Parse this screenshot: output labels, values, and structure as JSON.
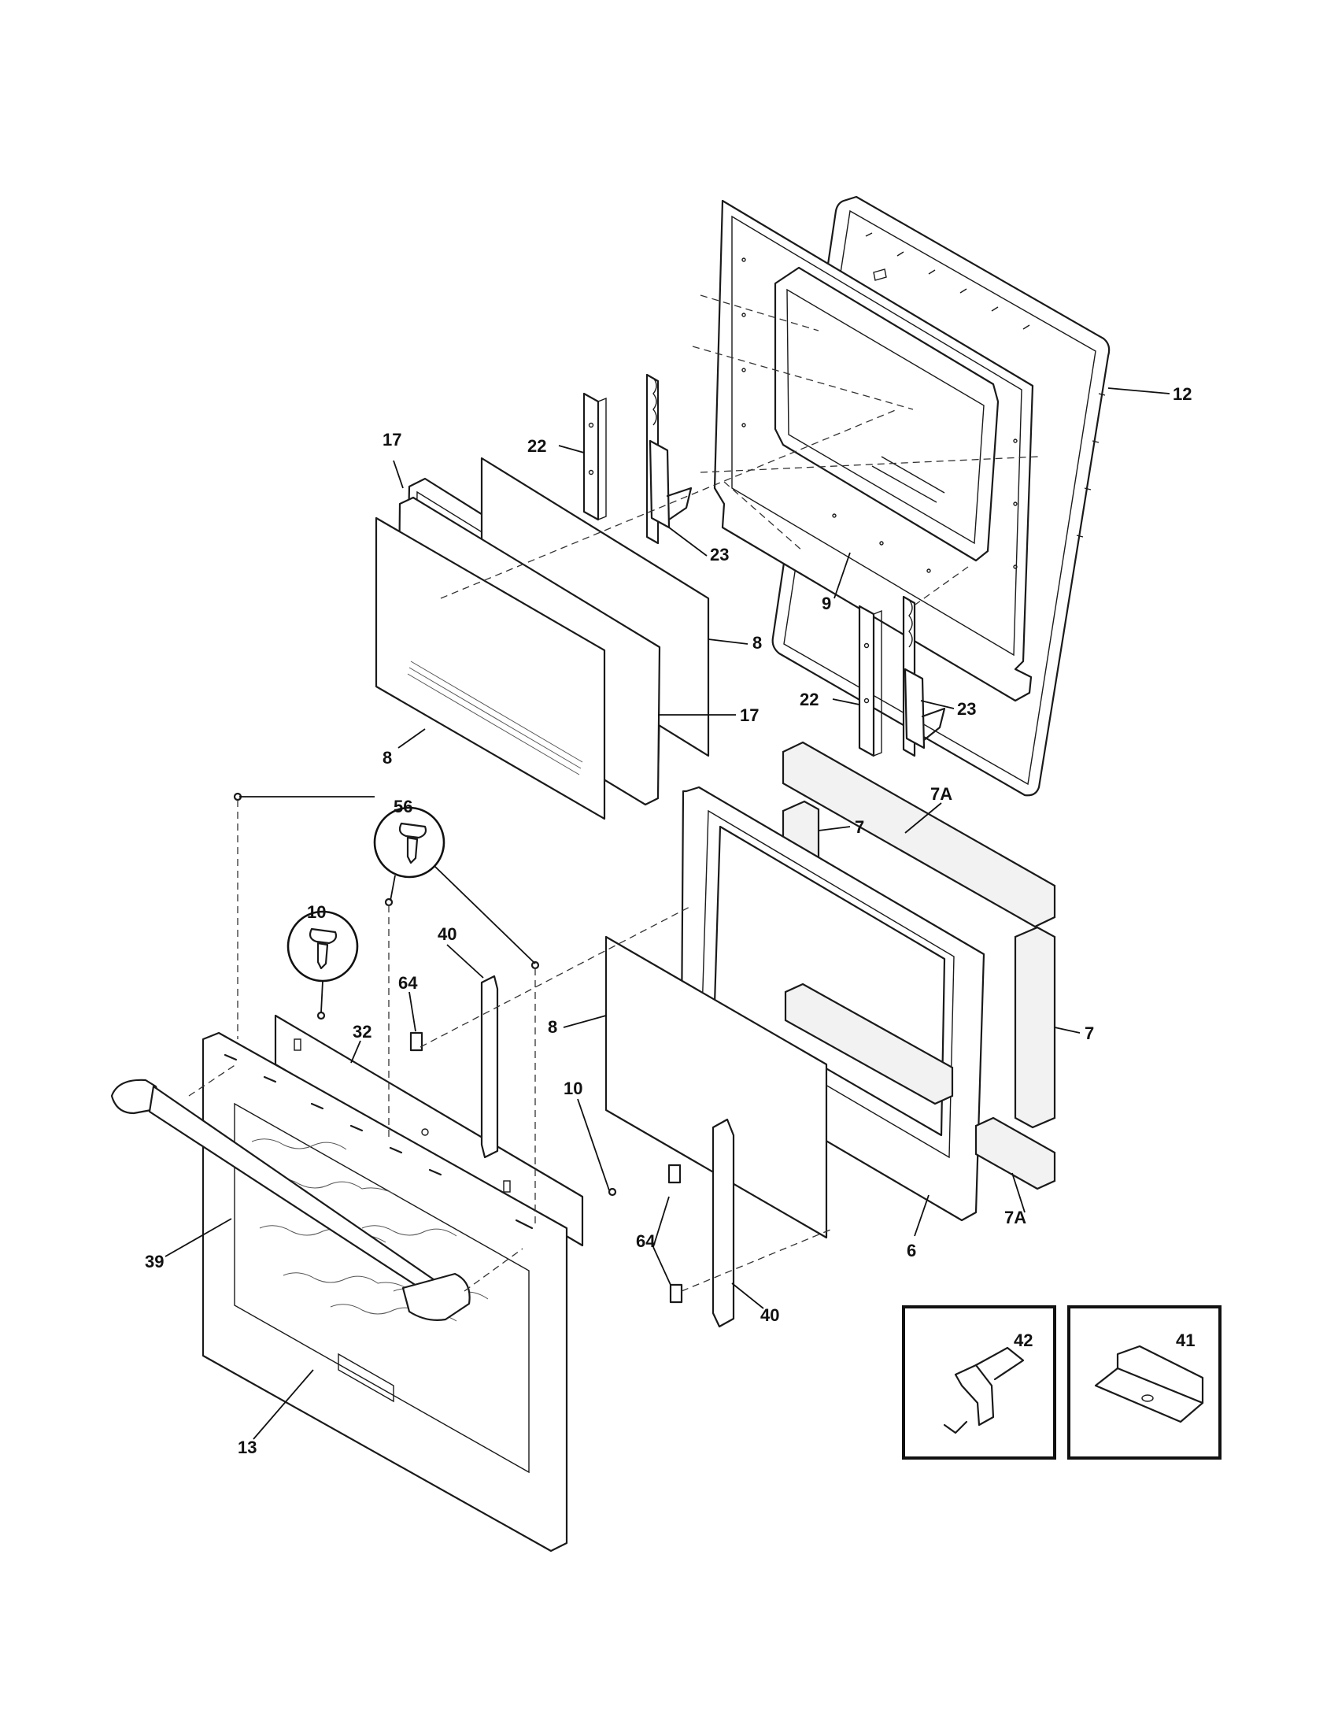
{
  "diagram": {
    "callouts": [
      {
        "id": "c12",
        "label": "12"
      },
      {
        "id": "c22a",
        "label": "22"
      },
      {
        "id": "c17a",
        "label": "17"
      },
      {
        "id": "c23a",
        "label": "23"
      },
      {
        "id": "c9",
        "label": "9"
      },
      {
        "id": "c8a",
        "label": "8"
      },
      {
        "id": "c22b",
        "label": "22"
      },
      {
        "id": "c23b",
        "label": "23"
      },
      {
        "id": "c17b",
        "label": "17"
      },
      {
        "id": "c8b",
        "label": "8"
      },
      {
        "id": "c7a1",
        "label": "7A"
      },
      {
        "id": "c56",
        "label": "56"
      },
      {
        "id": "c7a",
        "label": "7"
      },
      {
        "id": "c10a",
        "label": "10"
      },
      {
        "id": "c40a",
        "label": "40"
      },
      {
        "id": "c64a",
        "label": "64"
      },
      {
        "id": "c32",
        "label": "32"
      },
      {
        "id": "c8c",
        "label": "8"
      },
      {
        "id": "c7b",
        "label": "7"
      },
      {
        "id": "c10b",
        "label": "10"
      },
      {
        "id": "c39",
        "label": "39"
      },
      {
        "id": "c64b",
        "label": "64"
      },
      {
        "id": "c6",
        "label": "6"
      },
      {
        "id": "c7a2",
        "label": "7A"
      },
      {
        "id": "c40b",
        "label": "40"
      },
      {
        "id": "c13",
        "label": "13"
      },
      {
        "id": "c42",
        "label": "42"
      },
      {
        "id": "c41",
        "label": "41"
      }
    ]
  }
}
